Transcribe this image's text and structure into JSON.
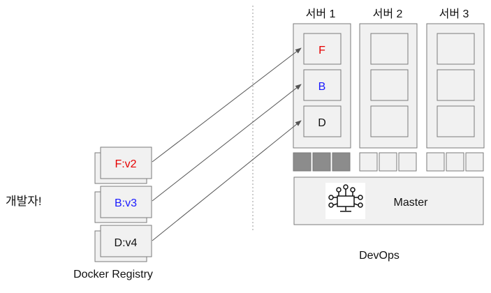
{
  "developer_label": "개발자!",
  "registry": {
    "label": "Docker Registry",
    "images": [
      {
        "text": "F:v2",
        "color": "#e60000"
      },
      {
        "text": "B:v3",
        "color": "#1a1aff"
      },
      {
        "text": "D:v4",
        "color": "#111111"
      }
    ]
  },
  "devops": {
    "label": "DevOps",
    "servers": [
      {
        "title": "서버 1",
        "slots": [
          {
            "text": "F",
            "color": "#e60000"
          },
          {
            "text": "B",
            "color": "#1a1aff"
          },
          {
            "text": "D",
            "color": "#111111"
          }
        ],
        "status_fill": "#8c8c8c"
      },
      {
        "title": "서버 2",
        "slots": [
          {
            "text": ""
          },
          {
            "text": ""
          },
          {
            "text": ""
          }
        ],
        "status_fill": "#f1f1f1"
      },
      {
        "title": "서버 3",
        "slots": [
          {
            "text": ""
          },
          {
            "text": ""
          },
          {
            "text": ""
          }
        ],
        "status_fill": "#f1f1f1"
      }
    ],
    "master_label": "Master"
  },
  "colors": {
    "box_fill": "#f1f1f1",
    "box_stroke": "#7a7a7a",
    "arrow": "#555555",
    "divider": "#999999"
  }
}
